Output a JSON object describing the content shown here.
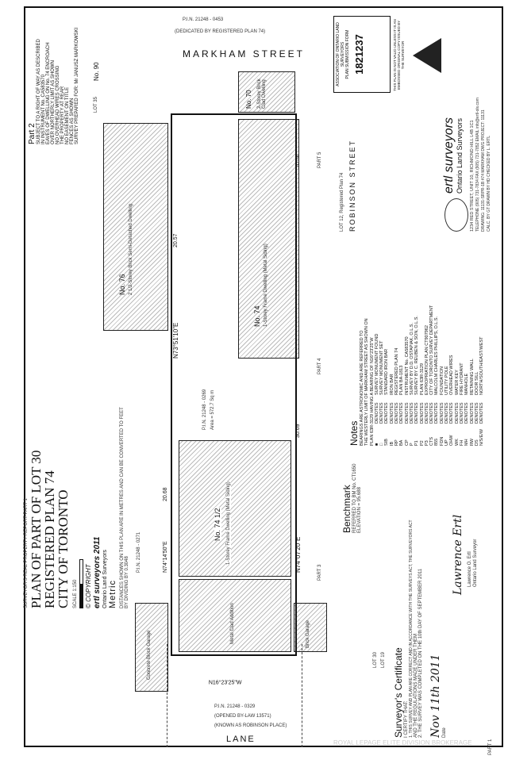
{
  "title_block": {
    "report": "SURVEYOR'S REAL PROPERTY REPORT-PART 1",
    "line1": "PLAN OF PART OF LOT 30",
    "line2": "REGISTERED PLAN 74",
    "line3": "CITY OF TORONTO",
    "scale": "SCALE 1:150",
    "copyright": "© COPYRIGHT",
    "firm_year": "ertl surveyors 2011",
    "firm_sub": "Ontario Land Surveyors",
    "metric": "Metric",
    "metric_note": "DISTANCES SHOWN ON THIS PLAN ARE IN METRES AND CAN BE CONVERTED TO FEET BY DIVIDING BY 0.3048"
  },
  "part2": {
    "heading": "Part 2",
    "text": [
      "SUBJECT TO A RIGHT OF WAY AS DESCRIBED",
      "IN INSTRUMENT No. CA583570",
      "EAVES OF DWELLING ON No. 74 ENCROACH",
      "OVER NORTHERLY LIMIT AS SHOWN",
      "NO OVERHEAD WIRES CROSSING",
      "THE PROPERTY AT REAR",
      "NO EASEMENT ON TITLE",
      "FENCES AS SHOWN"
    ],
    "prepared_for": "SURVEY PREPARED FOR: Mr JANUSZ MARKOWSKI"
  },
  "streets": {
    "markham": "MARKHAM STREET",
    "markham_note": "(DEDICATED BY REGISTERED PLAN 74)",
    "markham_pin": "P.I.N. 21248 - 0453",
    "robinson": "ROBINSON STREET",
    "robinson_lot": "LOT 12, Registered Plan 74",
    "lane": "LANE",
    "lane_note": "(KNOWN AS ROBINSON PLACE)",
    "lane_bylaw": "(OPENED BY-LAW 13571)",
    "lane_pin": "P.I.N. 21248 - 0329"
  },
  "property": {
    "number": "No. 74 1/2",
    "dwelling": "1-Storey Frame Dwelling (Metal Siding)",
    "pin": "P.I.N. 21248 - 0269",
    "area": "Area = 572.7 Sq m",
    "bearing_north": "N73°51'10\"E",
    "bearing_south": "N74°07'20\"E",
    "bearing_west": "N16°23'25\"W",
    "dist_north": "20.57",
    "dist_south": "30.69",
    "width": "10.56",
    "addition": "Metal Clad Addition",
    "neighbor_74": "No. 74",
    "neighbor_74_desc": "1-Storey Frame Dwelling (Metal Siding)",
    "neighbor_76": "No. 76",
    "neighbor_76_desc": "2 1/2-Storey Brick Semi-Detached Dwelling",
    "neighbor_70": "No. 70",
    "neighbor_70_desc": "2-Storey Brick Clad Dwelling",
    "neighbor_90": "No. 90",
    "garage": "Concrete Block Garage",
    "brick_garage": "Brick Garage",
    "pin_0271": "P.I.N. 21248 - 0271",
    "bearing_0271": "N74°14'50\"E",
    "dist_0271": "20.68"
  },
  "benchmark": {
    "heading": "Benchmark",
    "text": "REFERRED TO BM No. CT1650",
    "elevation": "ELEVATION = 95.688"
  },
  "certificate": {
    "heading": "Surveyor's Certificate",
    "lines": [
      "I CERTIFY THAT:",
      "1. THIS SURVEY AND PLAN ARE CORRECT AND IN ACCORDANCE WITH THE SURVEYS ACT, THE SURVEYORS ACT",
      "AND THE REGULATIONS MADE UNDER THEM",
      "2. THE SURVEY WAS COMPLETED ON THE 10th DAY OF SEPTEMBER 2011"
    ],
    "date": "Nov 11th 2011",
    "date_label": "Date",
    "name": "Lawrence O. Ertl",
    "role": "Ontario Land Surveyor"
  },
  "notes": {
    "heading": "Notes",
    "intro": [
      "BEARINGS ARE ASTRONOMIC AND ARE REFERRED TO",
      "THE WESTERLY LIMIT OF MARKHAM STREET AS SHOWN ON",
      "PLAN 63R-3129 HAVING A BEARING OF N16°23'25\"W"
    ],
    "legend": [
      [
        "■",
        "DENOTES",
        "SURVEY MONUMENT FOUND"
      ],
      [
        "□",
        "DENOTES",
        "SURVEY MONUMENT SET"
      ],
      [
        "SIB",
        "DENOTES",
        "STANDARD IRON BAR"
      ],
      [
        "IB",
        "DENOTES",
        "IRON BAR"
      ],
      [
        "RP",
        "DENOTES",
        "REGISTERED PLAN 74"
      ],
      [
        "BA",
        "DENOTES",
        "PLAN BA-1813"
      ],
      [
        "CP",
        "DENOTES",
        "INSTRUMENT No. CA583570"
      ],
      [
        "P",
        "DENOTES",
        "SURVEY BY D.D. OSTAPIAK, O.L.S."
      ],
      [
        "P1",
        "DENOTES",
        "SURVEY BY C. REUBEN & SON, O.L.S."
      ],
      [
        "P2",
        "DENOTES",
        "PLAN 63R-3129"
      ],
      [
        "P3",
        "DENOTES",
        "EXPROPRIATION PLAN CT907962"
      ],
      [
        "CTS",
        "DENOTES",
        "CITY OF TORONTO SURVEY DEPARTMENT"
      ],
      [
        "855",
        "DENOTES",
        "MALCOLM CHARLES PHILLIPS, O.L.S."
      ],
      [
        "FDN",
        "DENOTES",
        "FOUNDATION"
      ],
      [
        "UP",
        "DENOTES",
        "UTILITY POLE"
      ],
      [
        "OHW",
        "DENOTES",
        "OVERHEAD WIRES"
      ],
      [
        "WK",
        "DENOTES",
        "WATER KEY"
      ],
      [
        "FH",
        "DENOTES",
        "FIRE HYDRANT"
      ],
      [
        "MH",
        "DENOTES",
        "MANHOLE"
      ],
      [
        "RW",
        "DENOTES",
        "RETAINING WALL"
      ],
      [
        "DS",
        "DENOTES",
        "DOOR SILL"
      ],
      [
        "N/S/E/W",
        "DENOTES",
        "NORTH/SOUTH/EAST/WEST"
      ]
    ]
  },
  "association": {
    "name": "ASSOCIATION OF ONTARIO LAND SURVEYORS",
    "sub": "PLAN SUBMISSION FORM",
    "number": "1821237",
    "validity": "THIS PLAN IS NOT VALID UNLESS IT IS AN EMBOSSED ORIGINAL COPY ISSUED BY THE SURVEYOR"
  },
  "firm": {
    "name": "ertl surveyors",
    "sub": "Ontario Land Surveyors",
    "address": "1234 RED STREET, UNIT 10, RICHMOND HILL L4B 1C1",
    "phone": "TELEPHONE (905) 731-7834  FAX (905) 731-7852  EMAIL info@ertl-ols.com",
    "drawing": "DRAWING: 11131-SRPR-1B #74 MARKHAM DWG  PROJECT: 11131",
    "calc": "CALC. BY GT  DRAWN BY HD  CHECKED BY L. ERTL"
  },
  "lots": {
    "lot30": "LOT 30",
    "lot19": "LOT 19",
    "lot35": "LOT 35",
    "part3": "PART 3",
    "part4": "PART 4",
    "part5": "PART 5",
    "part1": "PART 1"
  },
  "watermark": "ROYAL LEPAGE ELITE DIVISION BROKERAGE"
}
